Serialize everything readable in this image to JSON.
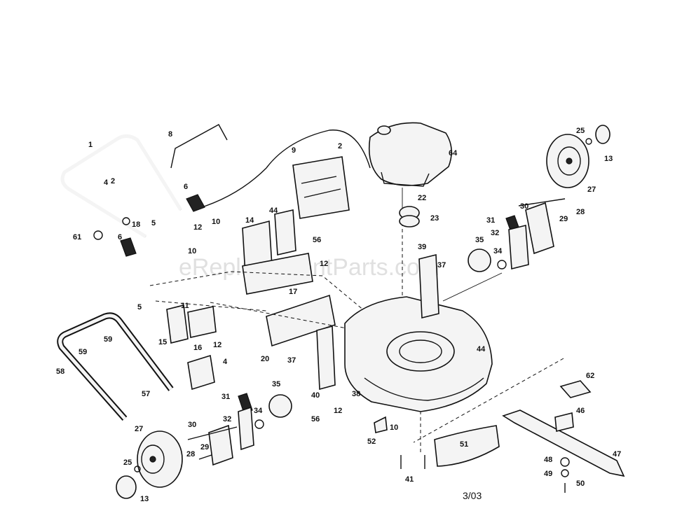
{
  "watermark": "eReplacementParts.com",
  "date_code": "3/03",
  "callouts": [
    "1",
    "2",
    "4",
    "5",
    "6",
    "8",
    "9",
    "10",
    "11",
    "12",
    "13",
    "14",
    "15",
    "16",
    "17",
    "18",
    "20",
    "22",
    "23",
    "25",
    "27",
    "28",
    "29",
    "30",
    "31",
    "32",
    "34",
    "35",
    "37",
    "38",
    "39",
    "40",
    "41",
    "44",
    "46",
    "47",
    "48",
    "49",
    "50",
    "51",
    "52",
    "56",
    "57",
    "58",
    "59",
    "61",
    "62",
    "64"
  ]
}
